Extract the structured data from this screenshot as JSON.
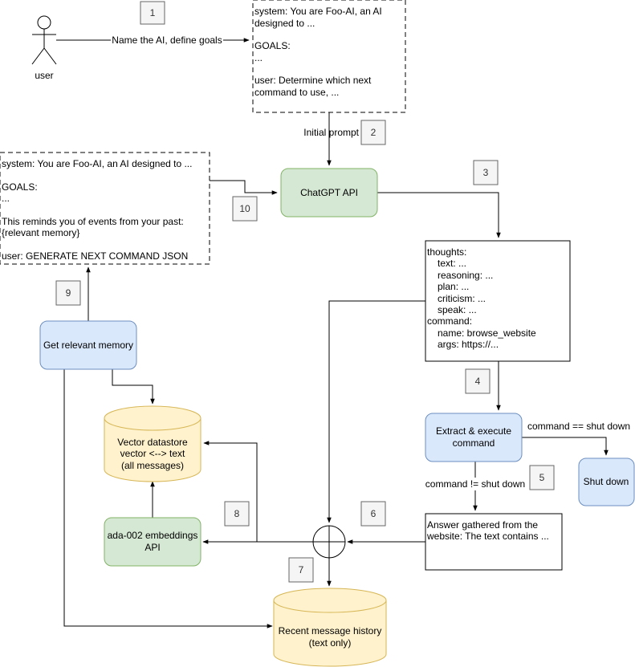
{
  "actor": {
    "label": "user"
  },
  "edges": {
    "name_goals": "Name the AI, define goals",
    "initial_prompt": "Initial prompt",
    "shut_down_eq": "command == shut down",
    "shut_down_neq": "command != shut down"
  },
  "initial_prompt_box": {
    "lines": [
      "system: You are Foo-AI, an AI",
      "designed to ...",
      "",
      "GOALS:",
      "...",
      "",
      "user: Determine which next",
      "command to use, ..."
    ]
  },
  "loop_prompt_box": {
    "lines": [
      "system: You are Foo-AI, an AI designed to ...",
      "",
      "GOALS:",
      "...",
      "",
      "This reminds you of events from your past:",
      "{relevant memory}",
      "",
      "user: GENERATE NEXT COMMAND JSON"
    ]
  },
  "chatgpt_api": {
    "label": "ChatGPT API"
  },
  "response_box": {
    "lines": [
      "thoughts:",
      "   text: ...",
      "   reasoning: ...",
      "   plan: ...",
      "   criticism: ...",
      "   speak: ...",
      "command:",
      "   name: browse_website",
      "   args: https://..."
    ]
  },
  "extract_execute": {
    "lines": [
      "Extract & execute",
      "command"
    ]
  },
  "shut_down": {
    "label": "Shut down"
  },
  "answer_box": {
    "lines": [
      "Answer gathered from the",
      "website: The text contains ..."
    ]
  },
  "get_memory": {
    "label": "Get relevant memory"
  },
  "vector_store": {
    "lines": [
      "Vector datastore",
      "vector <--> text",
      "(all messages)"
    ]
  },
  "embeddings": {
    "lines": [
      "ada-002 embeddings",
      "API"
    ]
  },
  "recent_history": {
    "lines": [
      "Recent message history",
      "(text only)"
    ]
  },
  "step_badges": [
    "1",
    "2",
    "3",
    "4",
    "5",
    "6",
    "7",
    "8",
    "9",
    "10"
  ]
}
